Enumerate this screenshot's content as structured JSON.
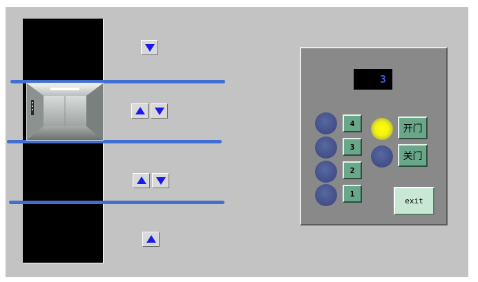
{
  "elevator": {
    "current_floor_display": "3",
    "car_floor": 3,
    "shaft_floor_count": 4
  },
  "hall_calls": [
    {
      "floor": 4,
      "buttons": [
        "down"
      ]
    },
    {
      "floor": 3,
      "buttons": [
        "up",
        "down"
      ]
    },
    {
      "floor": 2,
      "buttons": [
        "up",
        "down"
      ]
    },
    {
      "floor": 1,
      "buttons": [
        "up"
      ]
    }
  ],
  "panel": {
    "floor_buttons": [
      {
        "label": "4",
        "indicator_lit": false
      },
      {
        "label": "3",
        "indicator_lit": false
      },
      {
        "label": "2",
        "indicator_lit": false
      },
      {
        "label": "1",
        "indicator_lit": false
      }
    ],
    "open_door_label": "开门",
    "close_door_label": "关门",
    "open_indicator_lit": true,
    "close_indicator_lit": false,
    "exit_label": "exit"
  },
  "icons": {
    "up": "up-arrow-icon",
    "down": "down-arrow-icon"
  },
  "colors": {
    "background": "#c3c3c3",
    "shaft": "#000000",
    "floor_line": "#3f6fd2",
    "arrow": "#1a1aee",
    "floor_button": "#6aa78a",
    "exit_button": "#c8e8d4",
    "display_text": "#3b5bd6",
    "indicator_lit": "#ffff00",
    "indicator_off": "#45518a"
  }
}
